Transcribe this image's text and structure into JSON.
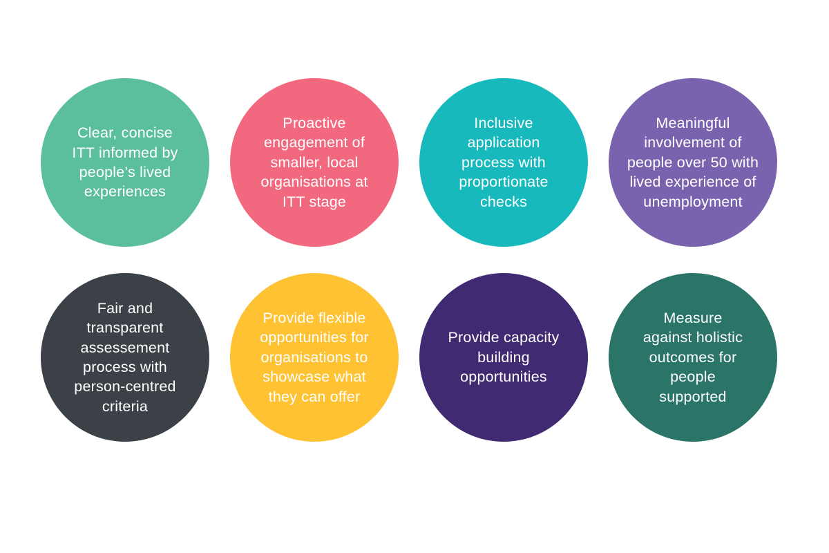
{
  "diagram": {
    "background_color": "#ffffff",
    "text_color": "#ffffff",
    "circles": [
      {
        "text": "Clear, concise\nITT informed by\npeople’s lived\nexperiences",
        "color": "#5cbf9b"
      },
      {
        "text": "Proactive\nengagement of\nsmaller, local\norganisations at\nITT stage",
        "color": "#f2697f"
      },
      {
        "text": "Inclusive\napplication\nprocess with\nproportionate\nchecks",
        "color": "#17b9bc"
      },
      {
        "text": "Meaningful\ninvolvement of\npeople over 50 with\nlived experience of\nunemployment",
        "color": "#7963ae"
      },
      {
        "text": "Fair and\ntransparent\nassessement\nprocess with\nperson-centred\ncriteria",
        "color": "#3c4148"
      },
      {
        "text": "Provide flexible\nopportunities for\norganisations to\nshowcase what\nthey can offer",
        "color": "#ffc233"
      },
      {
        "text": "Provide capacity\nbuilding\nopportunities",
        "color": "#402a72"
      },
      {
        "text": "Measure\nagainst holistic\noutcomes for\npeople\nsupported",
        "color": "#2a7568"
      }
    ]
  }
}
